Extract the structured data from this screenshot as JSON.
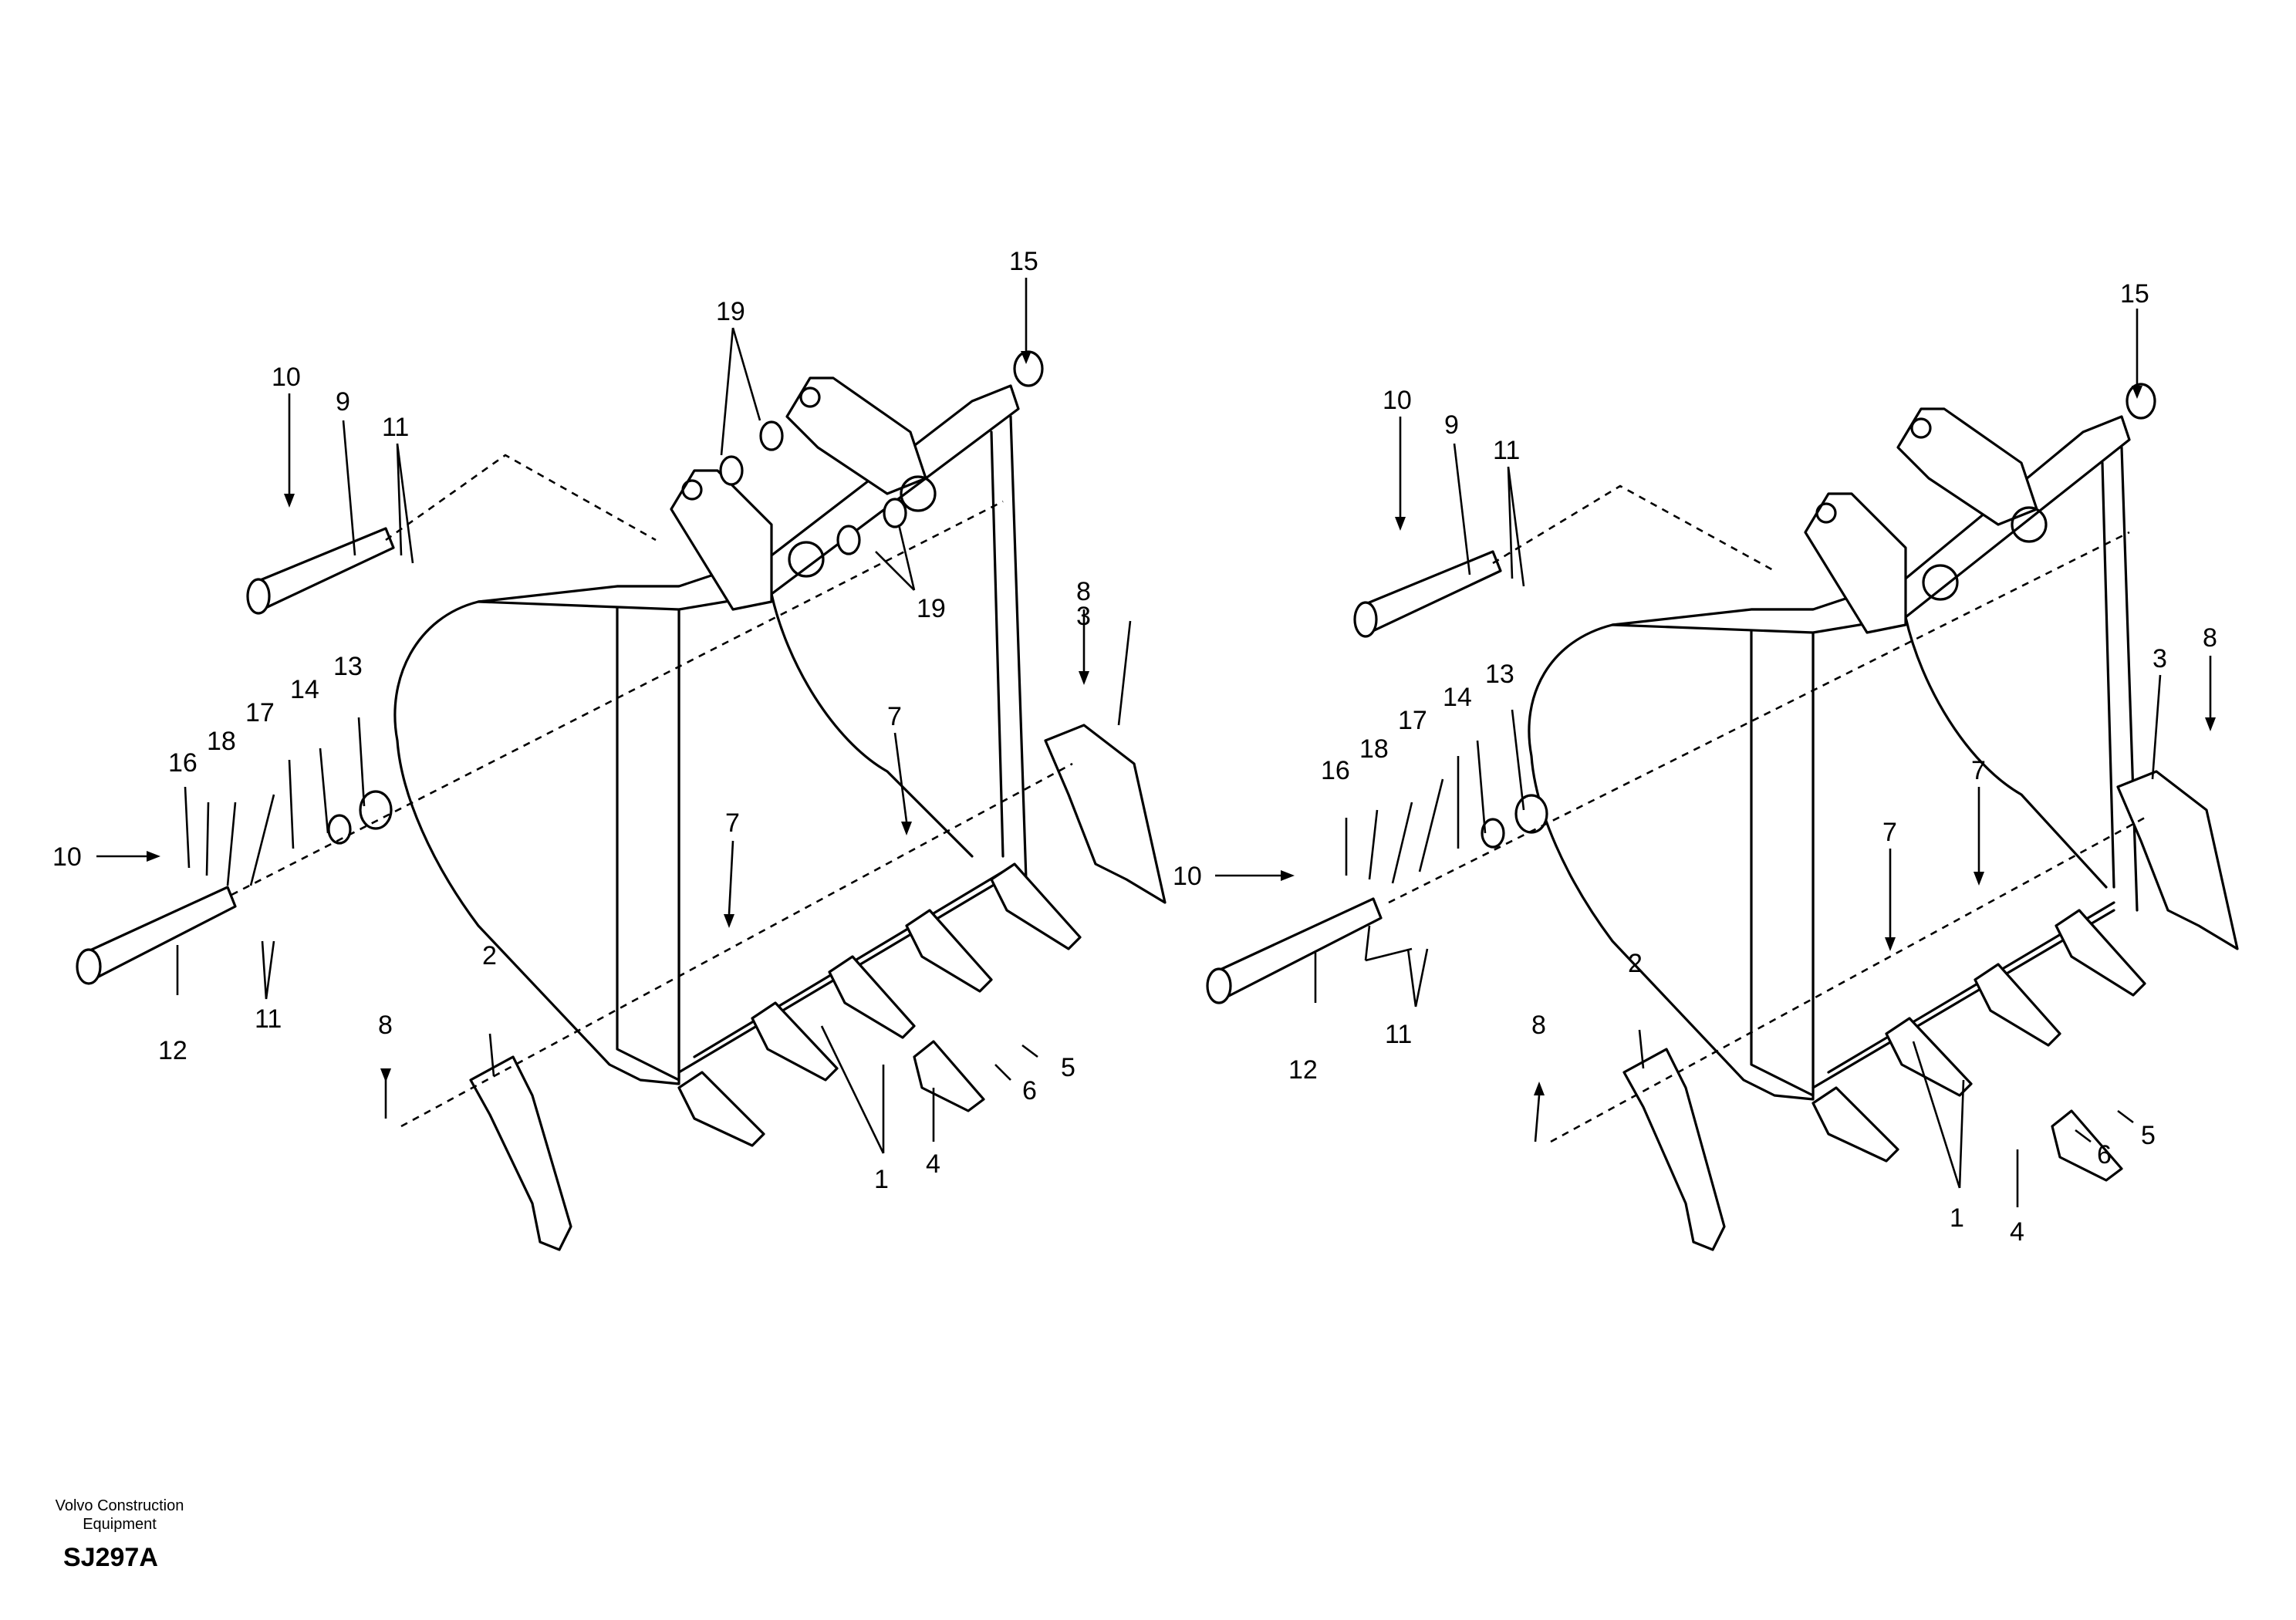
{
  "callouts": {
    "left": {
      "n1": "1",
      "n2": "2",
      "n3": "3",
      "n4": "4",
      "n5": "5",
      "n6": "6",
      "n7a": "7",
      "n7b": "7",
      "n8a": "8",
      "n8b": "8",
      "n9": "9",
      "n10a": "10",
      "n10b": "10",
      "n11a": "11",
      "n11b": "11",
      "n12": "12",
      "n13": "13",
      "n14": "14",
      "n15": "15",
      "n16": "16",
      "n17": "17",
      "n18": "18",
      "n19a": "19",
      "n19b": "19"
    },
    "right": {
      "n1": "1",
      "n2": "2",
      "n3": "3",
      "n4": "4",
      "n5": "5",
      "n6": "6",
      "n7a": "7",
      "n7b": "7",
      "n8a": "8",
      "n8b": "8",
      "n9": "9",
      "n10a": "10",
      "n10b": "10",
      "n11a": "11",
      "n11b": "11",
      "n12": "12",
      "n13": "13",
      "n14": "14",
      "n15": "15",
      "n16": "16",
      "n17": "17",
      "n18": "18"
    }
  },
  "footer": {
    "maker_line1": "Volvo Construction",
    "maker_line2": "Equipment",
    "drawing_code": "SJ297A"
  }
}
